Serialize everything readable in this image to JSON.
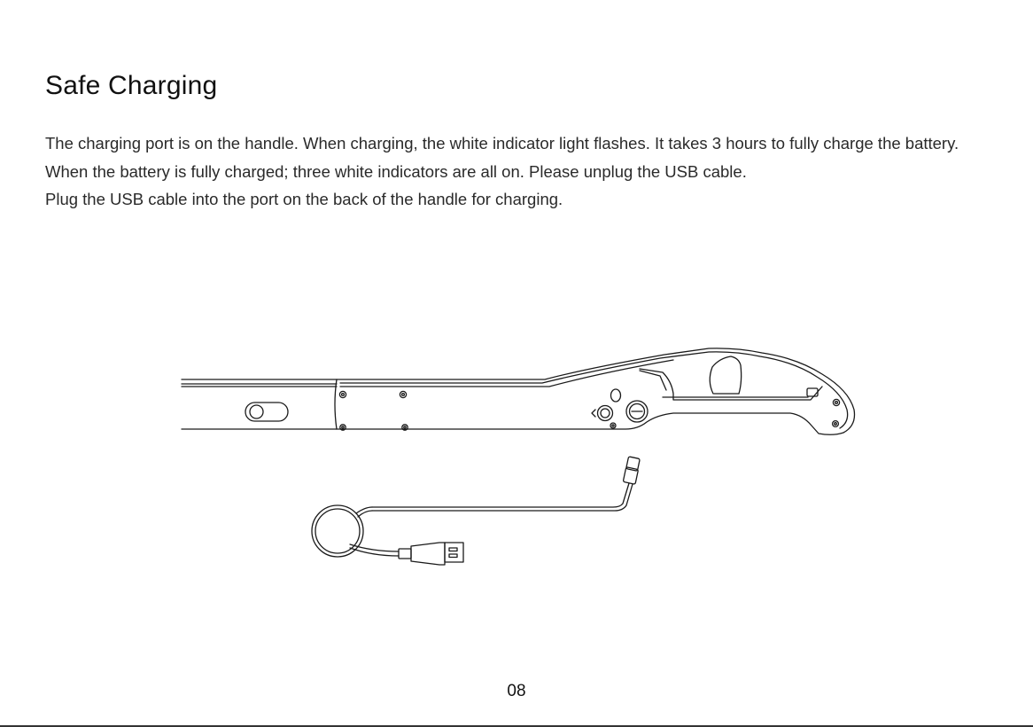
{
  "page": {
    "title": "Safe Charging",
    "paragraph_1": "The charging port is on the handle. When charging, the white indicator light flashes. It takes 3 hours to fully charge the battery. When the battery is fully charged; three white indicators are all on. Please unplug the USB cable.",
    "paragraph_2": "Plug the USB cable into the port on the back of the handle for charging.",
    "page_number": "08"
  },
  "illustration": {
    "subject": "handle-with-usb-cable",
    "icons": [
      "handle-icon",
      "usb-cable-icon"
    ]
  }
}
